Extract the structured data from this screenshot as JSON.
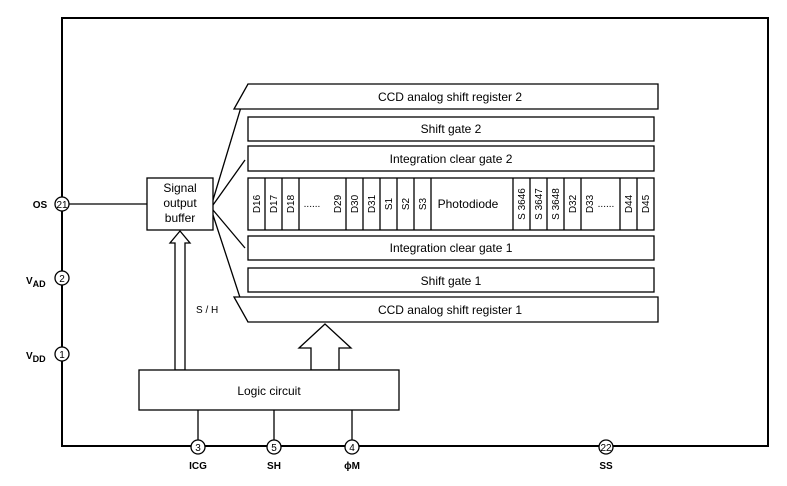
{
  "blocks": {
    "ccd_register_2": "CCD analog shift register 2",
    "shift_gate_2": "Shift gate 2",
    "integration_clear_gate_2": "Integration clear gate 2",
    "integration_clear_gate_1": "Integration clear gate 1",
    "shift_gate_1": "Shift gate 1",
    "ccd_register_1": "CCD analog shift register 1",
    "signal_buffer": [
      "Signal",
      "output",
      "buffer"
    ],
    "logic_circuit": "Logic circuit",
    "photodiode": "Photodiode",
    "sh_signal": "S / H"
  },
  "photodiode_cells": {
    "left": [
      "D16",
      "D17",
      "D18",
      "D29",
      "D30",
      "D31",
      "S1",
      "S2",
      "S3"
    ],
    "right": [
      "S 3646",
      "S 3647",
      "S 3648",
      "D32",
      "D33",
      "D44",
      "D45"
    ],
    "dots": "......"
  },
  "pins": {
    "os": {
      "num": "21",
      "name": "OS"
    },
    "vad": {
      "num": "2",
      "name": "V",
      "sub": "AD"
    },
    "vdd": {
      "num": "1",
      "name": "V",
      "sub": "DD"
    },
    "icg": {
      "num": "3",
      "name": "ICG"
    },
    "sh": {
      "num": "5",
      "name": "SH"
    },
    "phim": {
      "num": "4",
      "name": "ϕM"
    },
    "ss": {
      "num": "22",
      "name": "SS"
    }
  }
}
